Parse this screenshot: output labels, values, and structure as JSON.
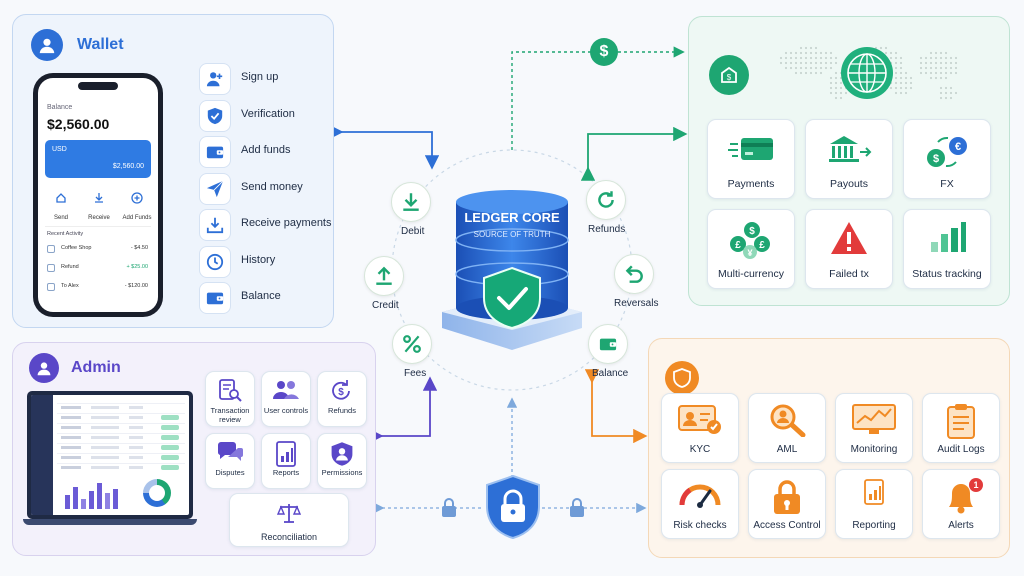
{
  "wallet": {
    "title": "Wallet",
    "phone": {
      "balance_label": "Balance",
      "balance_value": "$2,560.00",
      "card_currency": "USD",
      "card_amount": "$2,560.00",
      "actions": [
        "Send",
        "Receive",
        "Add Funds"
      ],
      "recent_title": "Recent Activity",
      "transactions": [
        {
          "name": "Coffee Shop",
          "amount": "- $4.50"
        },
        {
          "name": "Refund",
          "amount": "+ $25.00"
        },
        {
          "name": "To Alex",
          "amount": "- $120.00"
        }
      ]
    },
    "items": [
      {
        "label": "Sign up",
        "icon": "user-add-icon"
      },
      {
        "label": "Verification",
        "icon": "shield-check-icon"
      },
      {
        "label": "Add funds",
        "icon": "wallet-icon"
      },
      {
        "label": "Send money",
        "icon": "paper-plane-icon"
      },
      {
        "label": "Receive payments",
        "icon": "download-tray-icon"
      },
      {
        "label": "History",
        "icon": "clock-icon"
      },
      {
        "label": "Balance",
        "icon": "wallet-icon"
      }
    ]
  },
  "core": {
    "title": "LEDGER CORE",
    "subtitle": "SOURCE OF TRUTH",
    "nodes": [
      {
        "label": "Debit",
        "icon": "download-arrow-icon"
      },
      {
        "label": "Refunds",
        "icon": "refresh-icon"
      },
      {
        "label": "Credit",
        "icon": "upload-arrow-icon"
      },
      {
        "label": "Reversals",
        "icon": "undo-icon"
      },
      {
        "label": "Fees",
        "icon": "percent-icon"
      },
      {
        "label": "Balance",
        "icon": "wallet-icon"
      }
    ]
  },
  "gateway": {
    "cards": [
      {
        "label": "Payments",
        "icon": "credit-card-icon"
      },
      {
        "label": "Payouts",
        "icon": "bank-icon"
      },
      {
        "label": "FX",
        "icon": "currency-exchange-icon"
      },
      {
        "label": "Multi-currency",
        "icon": "coins-icon"
      },
      {
        "label": "Failed tx",
        "icon": "warning-icon"
      },
      {
        "label": "Status tracking",
        "icon": "bar-chart-icon"
      }
    ]
  },
  "admin": {
    "title": "Admin",
    "cards": [
      {
        "label": "Transaction review",
        "icon": "document-search-icon"
      },
      {
        "label": "User controls",
        "icon": "users-icon"
      },
      {
        "label": "Refunds",
        "icon": "refund-icon"
      },
      {
        "label": "Disputes",
        "icon": "chat-bubbles-icon"
      },
      {
        "label": "Reports",
        "icon": "report-icon"
      },
      {
        "label": "Permissions",
        "icon": "shield-user-icon"
      }
    ],
    "reconciliation": "Reconciliation"
  },
  "compliance": {
    "cards": [
      {
        "label": "KYC",
        "icon": "id-card-icon"
      },
      {
        "label": "AML",
        "icon": "magnifier-icon"
      },
      {
        "label": "Monitoring",
        "icon": "monitor-chart-icon"
      },
      {
        "label": "Audit Logs",
        "icon": "clipboard-icon"
      },
      {
        "label": "Risk checks",
        "icon": "gauge-icon"
      },
      {
        "label": "Access Control",
        "icon": "padlock-icon"
      },
      {
        "label": "Reporting",
        "icon": "report-icon"
      },
      {
        "label": "Alerts",
        "icon": "bell-icon"
      }
    ],
    "alert_count": "1"
  },
  "colors": {
    "blue": "#2d6fd6",
    "green": "#1ea672",
    "purple": "#5a47c8",
    "orange": "#f08a24",
    "red": "#e23b3b"
  }
}
